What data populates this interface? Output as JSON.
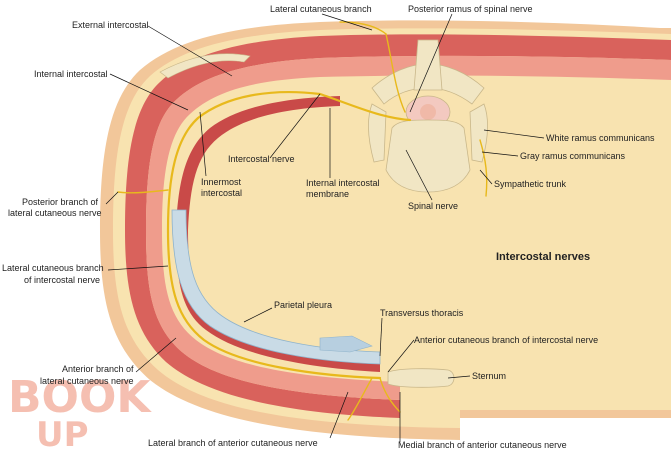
{
  "title": "Intercostal nerves",
  "labels": {
    "lateral_cutaneous_branch": "Lateral cutaneous branch",
    "posterior_ramus": "Posterior ramus of spinal nerve",
    "external_intercostal": "External intercostal",
    "internal_intercostal": "Internal intercostal",
    "white_ramus": "White ramus communicans",
    "gray_ramus": "Gray ramus communicans",
    "sympathetic_trunk": "Sympathetic trunk",
    "intercostal_nerve": "Intercostal nerve",
    "innermost_1": "Innermost",
    "innermost_2": "intercostal",
    "internal_membrane_1": "Internal intercostal",
    "internal_membrane_2": "membrane",
    "spinal_nerve": "Spinal nerve",
    "posterior_branch_1": "Posterior branch of",
    "posterior_branch_2": "lateral cutaneous nerve",
    "lateral_cut_intercostal_1": "Lateral cutaneous branch",
    "lateral_cut_intercostal_2": "of intercostal nerve",
    "parietal_pleura": "Parietal pleura",
    "transversus_thoracis": "Transversus thoracis",
    "anterior_cutaneous": "Anterior cutaneous branch of intercostal nerve",
    "sternum": "Sternum",
    "anterior_branch_1": "Anterior branch of",
    "anterior_branch_2": "lateral cutaneous nerve",
    "lateral_branch_anterior": "Lateral branch of anterior cutaneous nerve",
    "medial_branch_anterior": "Medial branch of anterior cutaneous nerve"
  },
  "watermark": {
    "line1": "BOOK",
    "line2": "UP"
  },
  "colors": {
    "skin": "#f2c79a",
    "fat": "#f8e3b0",
    "muscle": "#d9625c",
    "muscle_light": "#ef9c8c",
    "bone": "#f1e6c4",
    "nerve": "#e8b91c",
    "pleura": "#c9dbe6",
    "watermark": "#f4b4a4"
  }
}
